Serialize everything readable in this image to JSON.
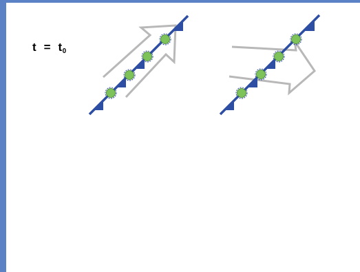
{
  "label": {
    "time_main": "t  =  t",
    "time_subscript": "0"
  },
  "colors": {
    "frame_border": "#5a82c4",
    "line": "#2e4ea3",
    "particle_fill": "#7dc35a",
    "particle_stroke": "#3d7a2a",
    "arrow_stroke": "#b8b8b8",
    "background": "#ffffff"
  },
  "panels": [
    {
      "name": "left-panel",
      "arrow": "parallel-to-line",
      "particles": 4,
      "ticks": 4
    },
    {
      "name": "right-panel",
      "arrow": "horizontal-crossing-line",
      "particles": 4,
      "ticks": 4
    }
  ]
}
